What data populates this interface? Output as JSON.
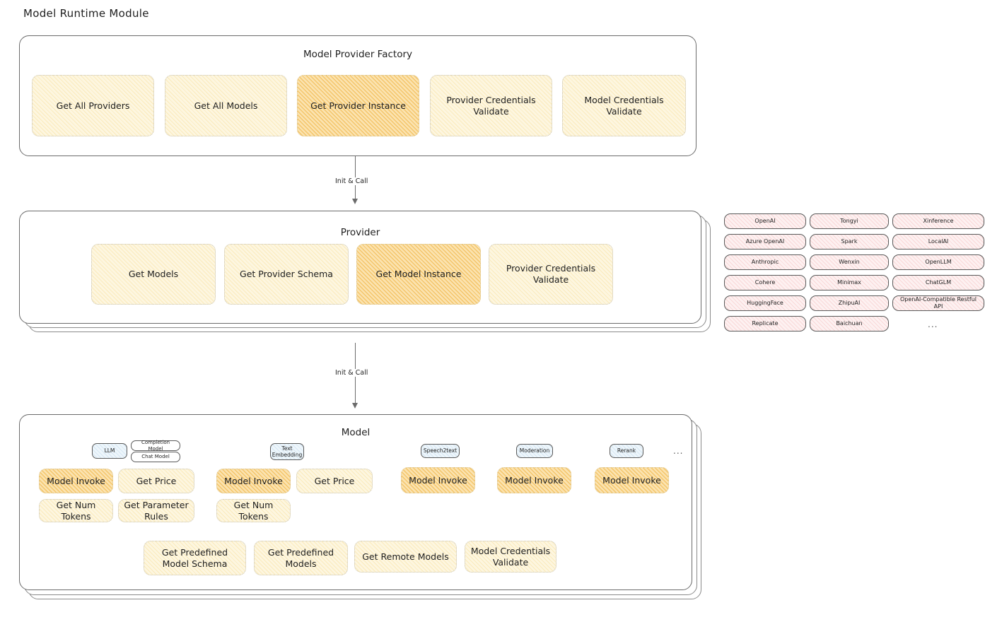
{
  "page": {
    "title": "Model Runtime Module"
  },
  "factory": {
    "title": "Model Provider Factory",
    "nodes": [
      {
        "label": "Get All Providers",
        "style": "y"
      },
      {
        "label": "Get All Models",
        "style": "y"
      },
      {
        "label": "Get Provider Instance",
        "style": "o"
      },
      {
        "label": "Provider Credentials Validate",
        "style": "y"
      },
      {
        "label": "Model Credentials Validate",
        "style": "y"
      }
    ]
  },
  "arrow1": {
    "label": "Init & Call"
  },
  "arrow2": {
    "label": "Init & Call"
  },
  "provider": {
    "title": "Provider",
    "nodes": [
      {
        "label": "Get Models",
        "style": "y"
      },
      {
        "label": "Get Provider Schema",
        "style": "y"
      },
      {
        "label": "Get Model Instance",
        "style": "o"
      },
      {
        "label": "Provider Credentials Validate",
        "style": "y"
      }
    ]
  },
  "provider_list": {
    "columns": [
      [
        "OpenAI",
        "Azure OpenAI",
        "Anthropic",
        "Cohere",
        "HuggingFace",
        "Replicate"
      ],
      [
        "Tongyi",
        "Spark",
        "Wenxin",
        "Minimax",
        "ZhipuAI",
        "Baichuan"
      ],
      [
        "Xinference",
        "LocalAI",
        "OpenLLM",
        "ChatGLM",
        "OpenAI-Compatible Restful API"
      ]
    ],
    "more": "..."
  },
  "model": {
    "title": "Model",
    "more": "...",
    "types": [
      {
        "badge": "LLM",
        "sub_badges": [
          "Completion Model",
          "Chat Model"
        ],
        "ops": [
          "Model Invoke",
          "Get Price",
          "Get Num Tokens",
          "Get Parameter Rules"
        ]
      },
      {
        "badge": "Text Embedding",
        "sub_badges": [],
        "ops": [
          "Model Invoke",
          "Get Price",
          "Get Num Tokens"
        ]
      },
      {
        "badge": "Speech2text",
        "sub_badges": [],
        "ops": [
          "Model Invoke"
        ]
      },
      {
        "badge": "Moderation",
        "sub_badges": [],
        "ops": [
          "Model Invoke"
        ]
      },
      {
        "badge": "Rerank",
        "sub_badges": [],
        "ops": [
          "Model Invoke"
        ]
      }
    ],
    "common_ops": [
      "Get Predefined Model Schema",
      "Get Predefined Models",
      "Get Remote Models",
      "Model Credentials Validate"
    ]
  },
  "colors": {
    "yellow_fill": "#fdf6e0",
    "orange_fill": "#fbe3b0",
    "pink_fill": "#fdf1f1",
    "blue_fill": "#eef6fb",
    "stroke": "#1e1e1e"
  }
}
